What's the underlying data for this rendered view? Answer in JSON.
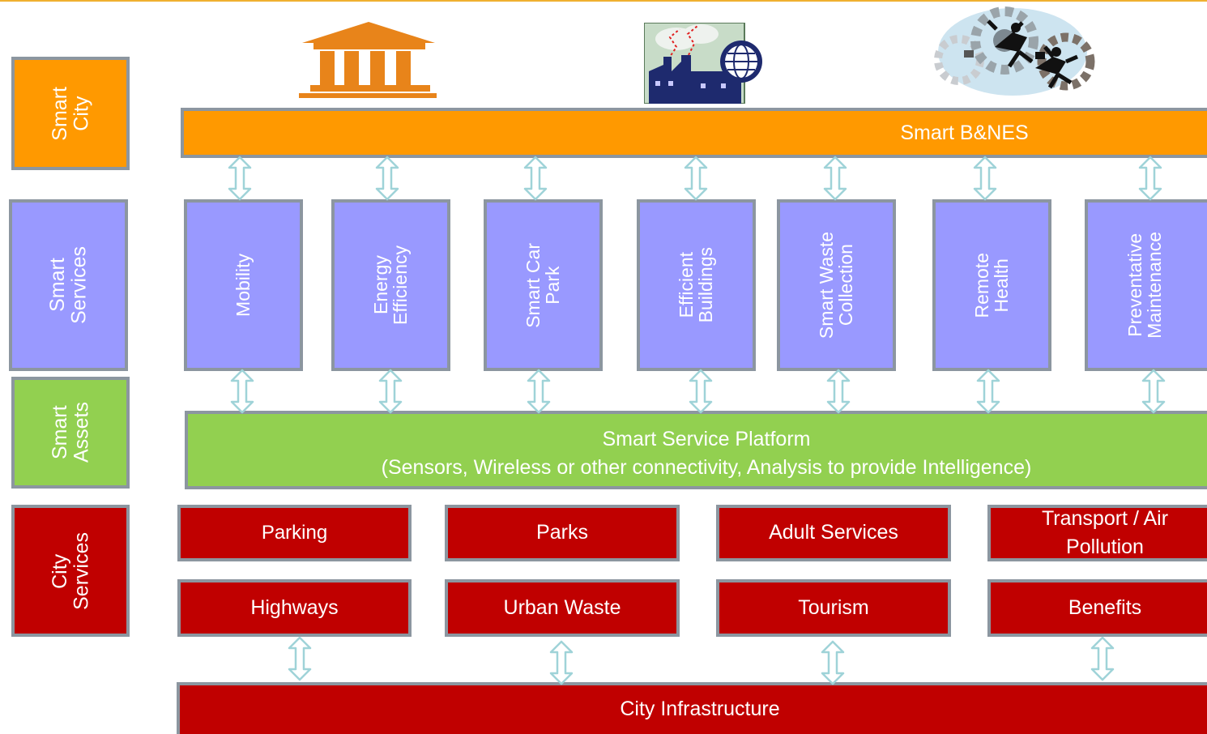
{
  "layers": {
    "smart_city": "Smart\nCity",
    "smart_services": "Smart\nServices",
    "smart_assets": "Smart\nAssets",
    "city_services": "City\nServices"
  },
  "top_bar": "Smart B&NES",
  "services": [
    "Mobility",
    "Energy\nEfficiency",
    "Smart Car\nPark",
    "Efficient\nBuildings",
    "Smart Waste\nCollection",
    "Remote\nHealth",
    "Preventative\nMaintenance"
  ],
  "platform": {
    "line1": "Smart Service Platform",
    "line2": "(Sensors, Wireless or other connectivity, Analysis to provide Intelligence)"
  },
  "city_services": {
    "row1": [
      "Parking",
      "Parks",
      "Adult Services",
      "Transport / Air\nPollution"
    ],
    "row2": [
      "Highways",
      "Urban Waste",
      "Tourism",
      "Benefits"
    ]
  },
  "infrastructure": "City Infrastructure",
  "colors": {
    "orange": "#ff9900",
    "purple": "#9999ff",
    "green": "#92d050",
    "red": "#c00000",
    "arrow": "#a8d8dc",
    "border": "#8c96a0"
  },
  "icons": [
    "government-building-icon",
    "factory-globe-icon",
    "business-gears-icon"
  ]
}
